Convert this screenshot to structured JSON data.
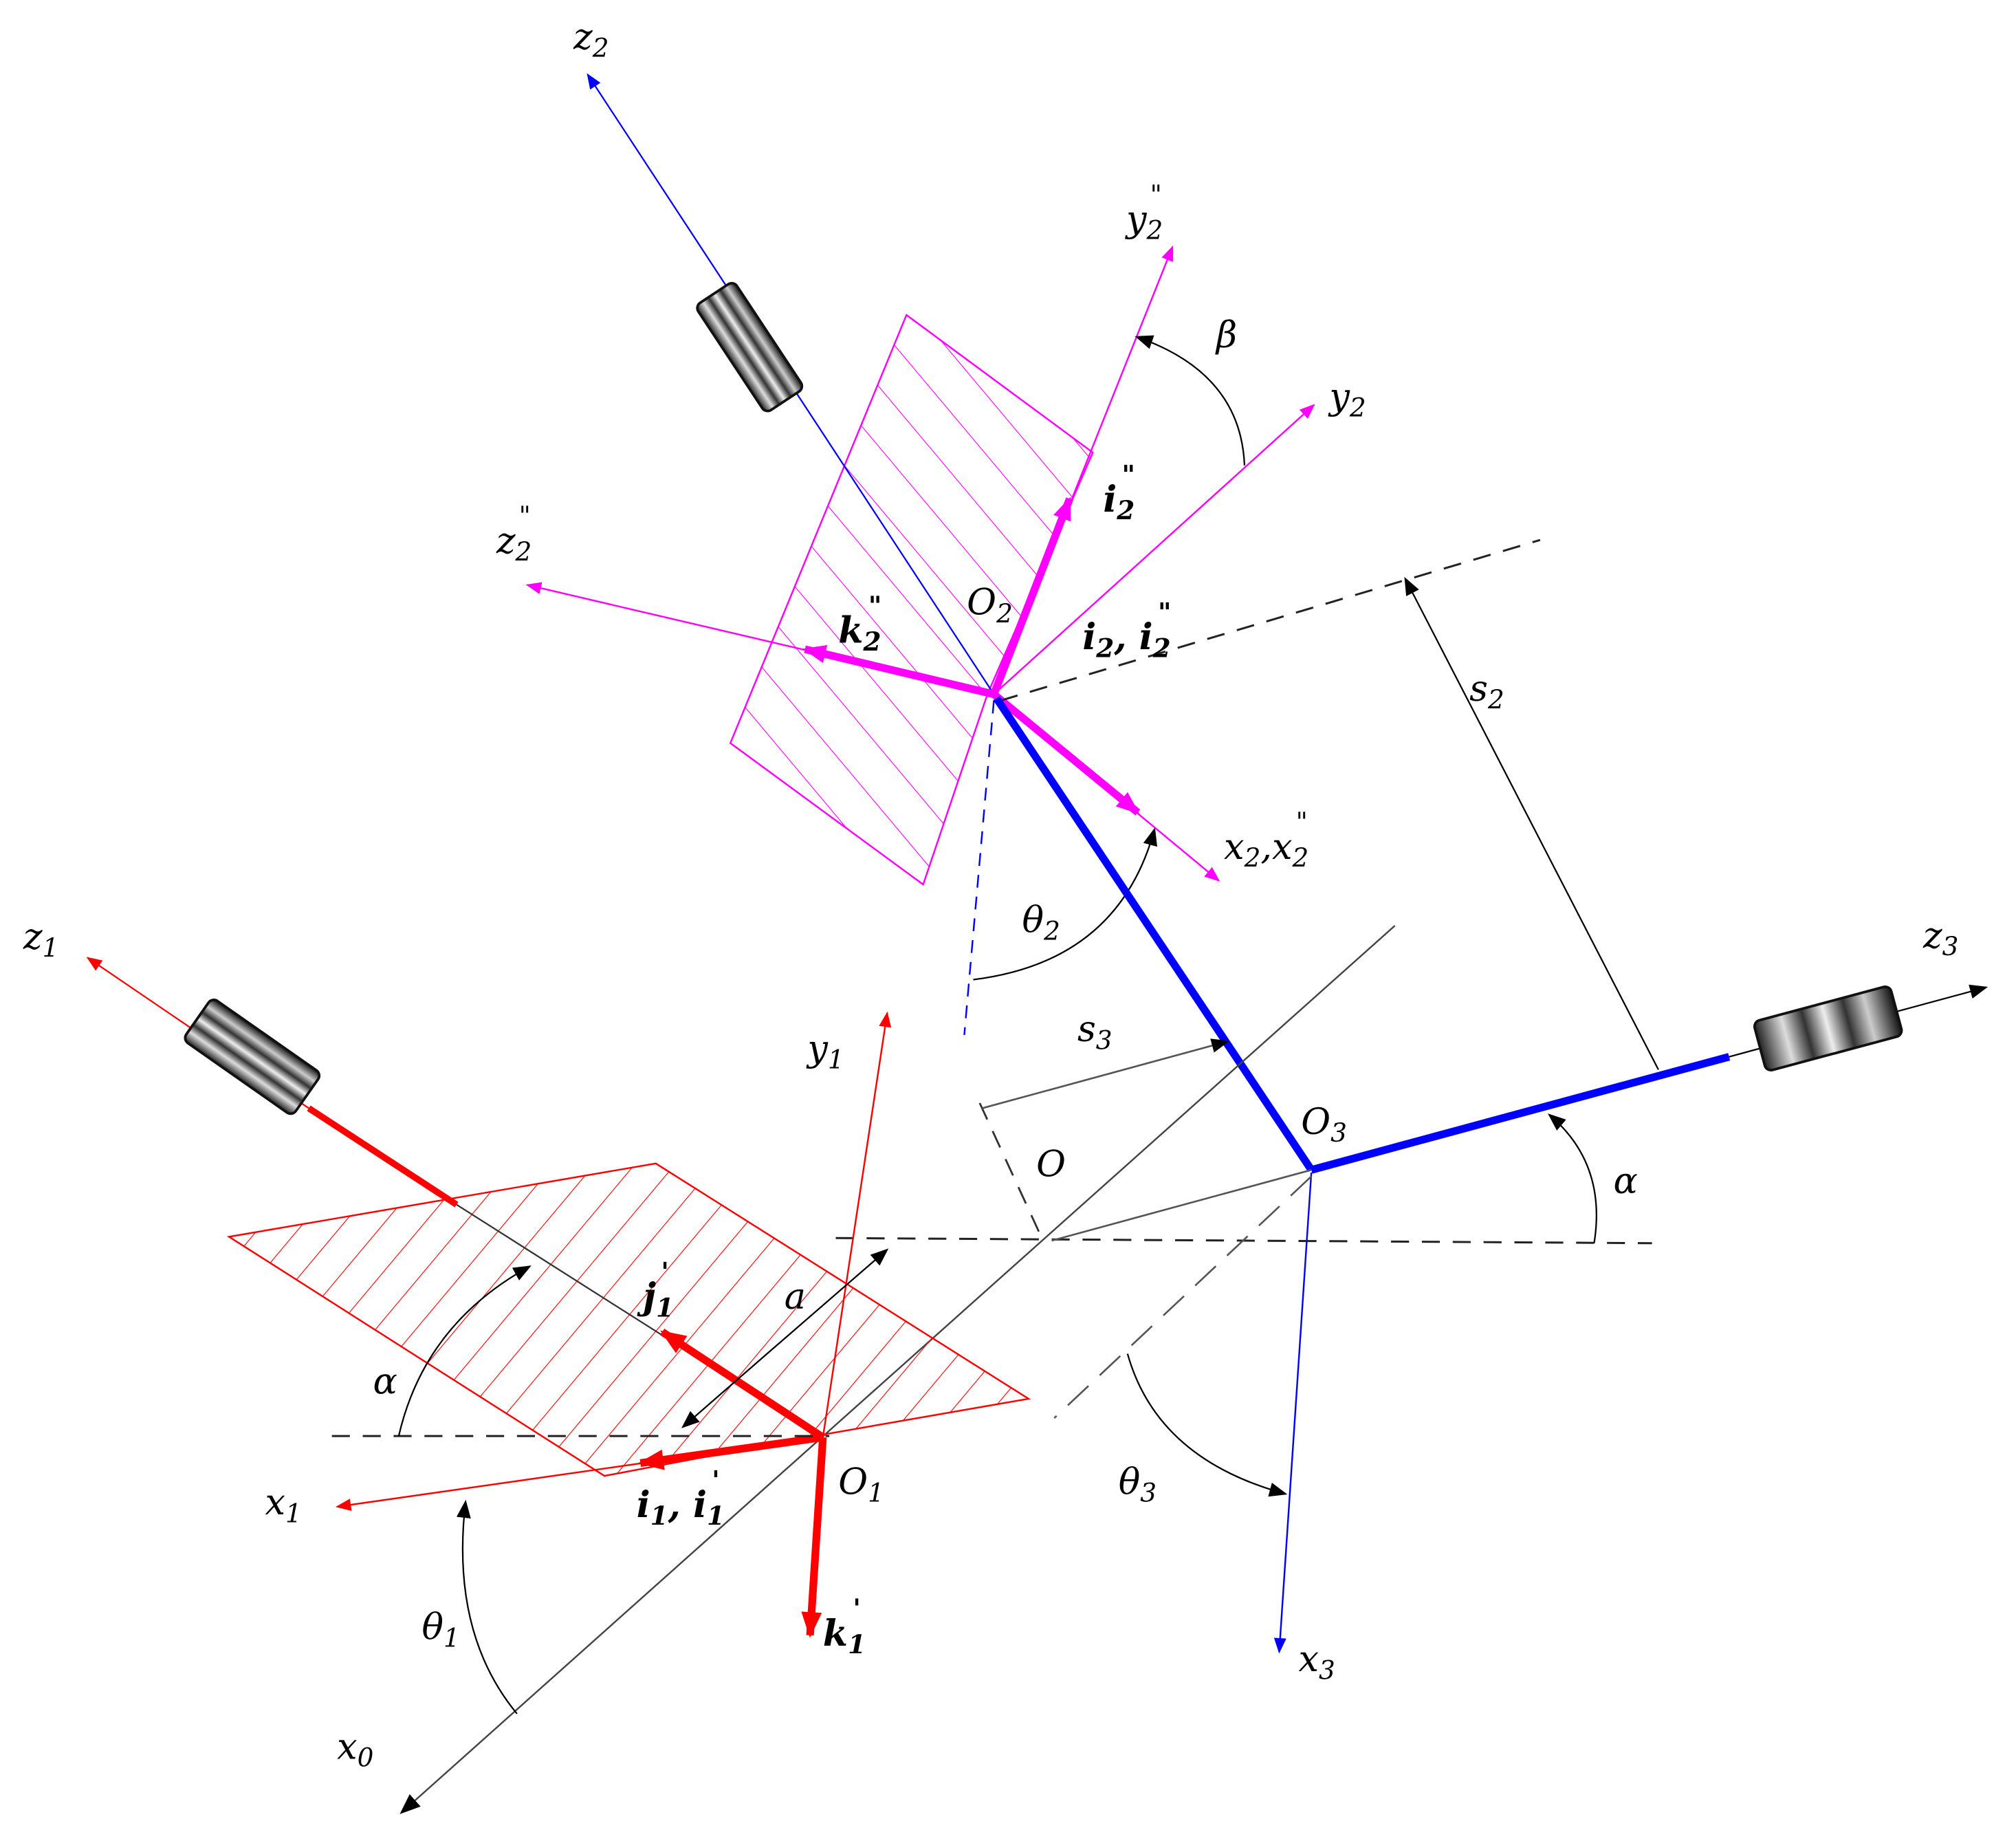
{
  "figure": {
    "title": "Kinematic coordinate frames of a three-joint mechanism",
    "colors": {
      "frame1": "#ff0000",
      "frame2": "#ff00ff",
      "frame3": "#0000ff",
      "reference": "#000000"
    }
  },
  "labels": {
    "z2": "z",
    "z2_sub": "2",
    "y2pp": "y",
    "y2pp_sub": "2",
    "y2pp_sup": "\"",
    "beta": "β",
    "y2": "y",
    "y2_sub": "2",
    "i2pp": "i",
    "i2pp_sub": "2",
    "i2pp_sup": "\"",
    "z2pp": "z",
    "z2pp_sub": "2",
    "z2pp_sup": "\"",
    "k2pp": "k",
    "k2pp_sub": "2",
    "k2pp_sup": "\"",
    "O2": "O",
    "O2_sub": "2",
    "i2_i2pp": "i",
    "i2_i2pp_sub1": "2",
    "i2_i2pp_mid": ", i",
    "i2_i2pp_sub2": "2",
    "i2_i2pp_sup": "\"",
    "s2": "s",
    "s2_sub": "2",
    "x2_x2pp": "x",
    "x2_x2pp_sub1": "2",
    "x2_x2pp_mid": ",x",
    "x2_x2pp_sub2": "2",
    "x2_x2pp_sup": "\"",
    "theta2": "θ",
    "theta2_sub": "2",
    "z1": "z",
    "z1_sub": "1",
    "y1": "y",
    "y1_sub": "1",
    "s3": "s",
    "s3_sub": "3",
    "z3": "z",
    "z3_sub": "3",
    "O3": "O",
    "O3_sub": "3",
    "O": "O",
    "alpha_right": "α",
    "j1p": "j",
    "j1p_sub": "1",
    "j1p_sup": "'",
    "a": "a",
    "alpha_left": "α",
    "x1": "x",
    "x1_sub": "1",
    "i1_i1p": "i",
    "i1_i1p_sub1": "1",
    "i1_i1p_mid": ", i",
    "i1_i1p_sub2": "1",
    "i1_i1p_sup": "'",
    "O1": "O",
    "O1_sub": "1",
    "theta3": "θ",
    "theta3_sub": "3",
    "k1p": "k",
    "k1p_sub": "1",
    "k1p_sup": "'",
    "x3": "x",
    "x3_sub": "3",
    "theta1": "θ",
    "theta1_sub": "1",
    "x0": "x",
    "x0_sub": "0"
  }
}
